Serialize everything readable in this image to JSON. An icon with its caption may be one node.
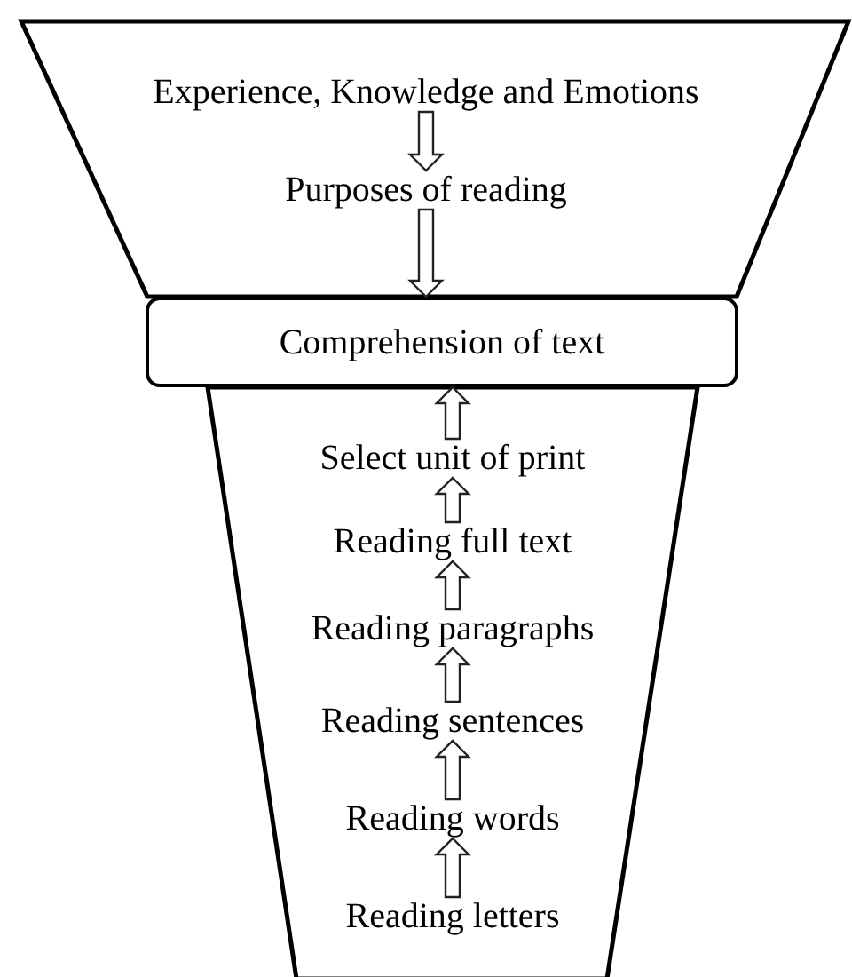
{
  "diagram": {
    "nodes": [
      {
        "text": [],
        "shape": "trapezoid"
      },
      {
        "text": [
          "Experience, Knowledge and Emotions"
        ],
        "in": 0
      },
      {
        "text": [
          "Purposes of reading"
        ],
        "in": 0
      },
      {
        "text": [
          "Comprehension of text"
        ]
      },
      {
        "text": [],
        "shape": "trapezoid"
      },
      {
        "text": [
          "Select unit of print"
        ],
        "in": 4
      },
      {
        "text": [
          "Reading full text"
        ],
        "in": 4
      },
      {
        "text": [
          "Reading paragraphs"
        ],
        "in": 4
      },
      {
        "text": [
          "Reading sentences"
        ],
        "in": 4
      },
      {
        "text": [
          "Reading words"
        ],
        "in": 4
      },
      {
        "text": [
          "Reading letters"
        ],
        "in": 4
      }
    ],
    "edges": [
      {
        "from": 1,
        "to": 2,
        "arrow": "to"
      },
      {
        "from": 2,
        "to": 3,
        "arrow": "to"
      },
      {
        "from": 5,
        "to": 3,
        "arrow": "to"
      },
      {
        "from": 6,
        "to": 5,
        "arrow": "to"
      },
      {
        "from": 7,
        "to": 6,
        "arrow": "to"
      },
      {
        "from": 8,
        "to": 7,
        "arrow": "to"
      },
      {
        "from": 9,
        "to": 8,
        "arrow": "to"
      },
      {
        "from": 10,
        "to": 9,
        "arrow": "to"
      }
    ]
  }
}
